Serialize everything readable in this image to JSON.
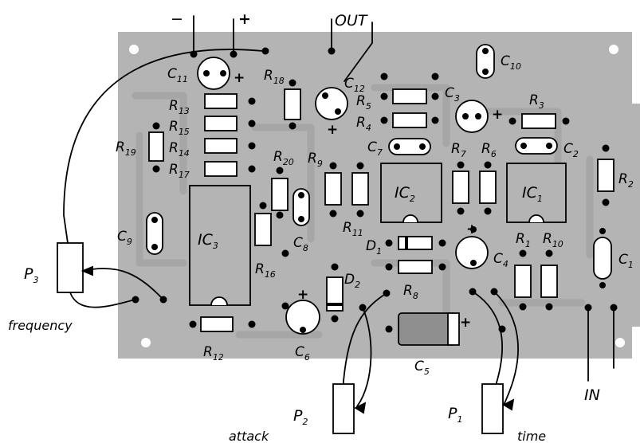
{
  "colors": {
    "board": "#b4b4b4",
    "copper": "#a6a6a6",
    "ink": "#000000",
    "hole": "#ffffff",
    "paper": "#ffffff"
  },
  "terminals": {
    "minus": "−",
    "plus": "+",
    "out": "OUT",
    "in": "IN"
  },
  "controls": {
    "p1": {
      "main": "P",
      "sub": "1",
      "caption": "time"
    },
    "p2": {
      "main": "P",
      "sub": "2",
      "caption": "attack"
    },
    "p3": {
      "main": "P",
      "sub": "3",
      "caption": "frequency"
    }
  },
  "ics": {
    "ic1": {
      "main": "IC",
      "sub": "1"
    },
    "ic2": {
      "main": "IC",
      "sub": "2"
    },
    "ic3": {
      "main": "IC",
      "sub": "3"
    }
  },
  "diodes": {
    "d1": {
      "main": "D",
      "sub": "1"
    },
    "d2": {
      "main": "D",
      "sub": "2"
    }
  },
  "resistors": {
    "r1": {
      "main": "R",
      "sub": "1"
    },
    "r2": {
      "main": "R",
      "sub": "2"
    },
    "r3": {
      "main": "R",
      "sub": "3"
    },
    "r4": {
      "main": "R",
      "sub": "4"
    },
    "r5": {
      "main": "R",
      "sub": "5"
    },
    "r6": {
      "main": "R",
      "sub": "6"
    },
    "r7": {
      "main": "R",
      "sub": "7"
    },
    "r8": {
      "main": "R",
      "sub": "8"
    },
    "r9": {
      "main": "R",
      "sub": "9"
    },
    "r10": {
      "main": "R",
      "sub": "10"
    },
    "r11": {
      "main": "R",
      "sub": "11"
    },
    "r12": {
      "main": "R",
      "sub": "12"
    },
    "r13": {
      "main": "R",
      "sub": "13"
    },
    "r14": {
      "main": "R",
      "sub": "14"
    },
    "r15": {
      "main": "R",
      "sub": "15"
    },
    "r16": {
      "main": "R",
      "sub": "16"
    },
    "r17": {
      "main": "R",
      "sub": "17"
    },
    "r18": {
      "main": "R",
      "sub": "18"
    },
    "r19": {
      "main": "R",
      "sub": "19"
    },
    "r20": {
      "main": "R",
      "sub": "20"
    }
  },
  "capacitors": {
    "c1": {
      "main": "C",
      "sub": "1"
    },
    "c2": {
      "main": "C",
      "sub": "2"
    },
    "c3": {
      "main": "C",
      "sub": "3"
    },
    "c4": {
      "main": "C",
      "sub": "4"
    },
    "c5": {
      "main": "C",
      "sub": "5"
    },
    "c6": {
      "main": "C",
      "sub": "6"
    },
    "c7": {
      "main": "C",
      "sub": "7"
    },
    "c8": {
      "main": "C",
      "sub": "8"
    },
    "c9": {
      "main": "C",
      "sub": "9"
    },
    "c10": {
      "main": "C",
      "sub": "10"
    },
    "c11": {
      "main": "C",
      "sub": "11"
    },
    "c12": {
      "main": "C",
      "sub": "12"
    }
  },
  "polarity_mark": "+"
}
